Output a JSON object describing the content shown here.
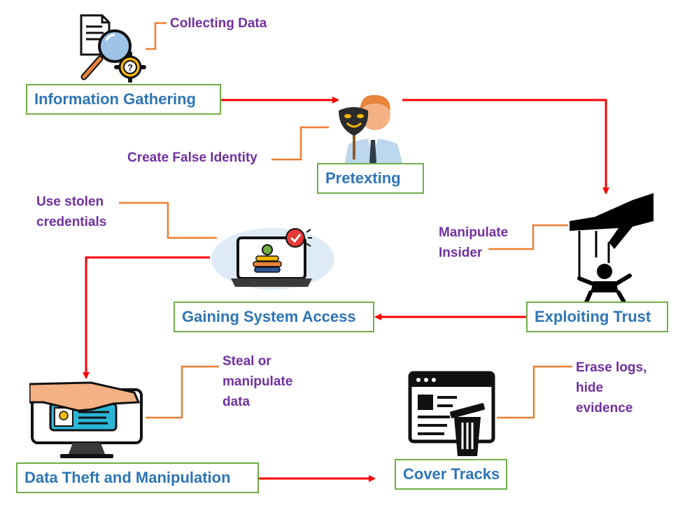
{
  "colors": {
    "box_border": "#70AD47",
    "box_text": "#2E75B6",
    "note_text": "#7030A0",
    "flow_arrow": "#FF0000",
    "connector": "#ED7D31"
  },
  "steps": {
    "info_gathering": "Information Gathering",
    "pretexting": "Pretexting",
    "exploiting_trust": "Exploiting Trust",
    "gaining_access": "Gaining System Access",
    "data_theft": "Data Theft and Manipulation",
    "cover_tracks": "Cover Tracks"
  },
  "notes": {
    "collecting_data": "Collecting Data",
    "false_identity": "Create False Identity",
    "manipulate_insider": [
      "Manipulate",
      "Insider"
    ],
    "stolen_credentials": [
      "Use stolen",
      "credentials"
    ],
    "steal_data": [
      "Steal or",
      "manipulate",
      "data"
    ],
    "erase_logs": [
      "Erase logs,",
      "hide",
      "evidence"
    ]
  },
  "icons": {
    "info_gathering": "magnifier-document-gear-icon",
    "pretexting": "masked-person-icon",
    "exploiting_trust": "puppet-hand-icon",
    "gaining_access": "laptop-access-icon",
    "data_theft": "monitor-hand-icon",
    "cover_tracks": "browser-trash-icon"
  }
}
